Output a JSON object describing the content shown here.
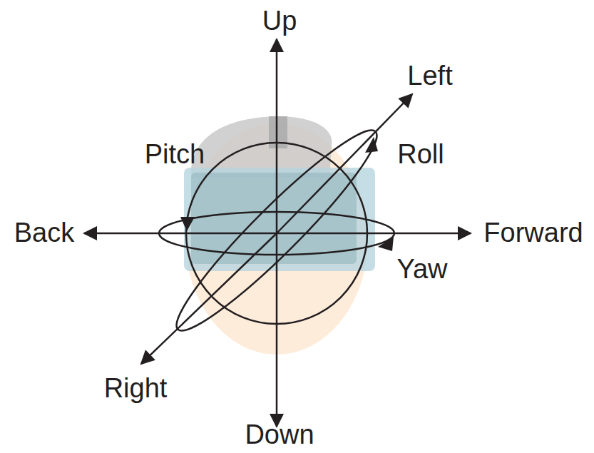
{
  "diagram": {
    "labels": [
      "Up",
      "Left",
      "Pitch",
      "Roll",
      "Back",
      "Forward",
      "Yaw",
      "Right",
      "Down"
    ]
  }
}
